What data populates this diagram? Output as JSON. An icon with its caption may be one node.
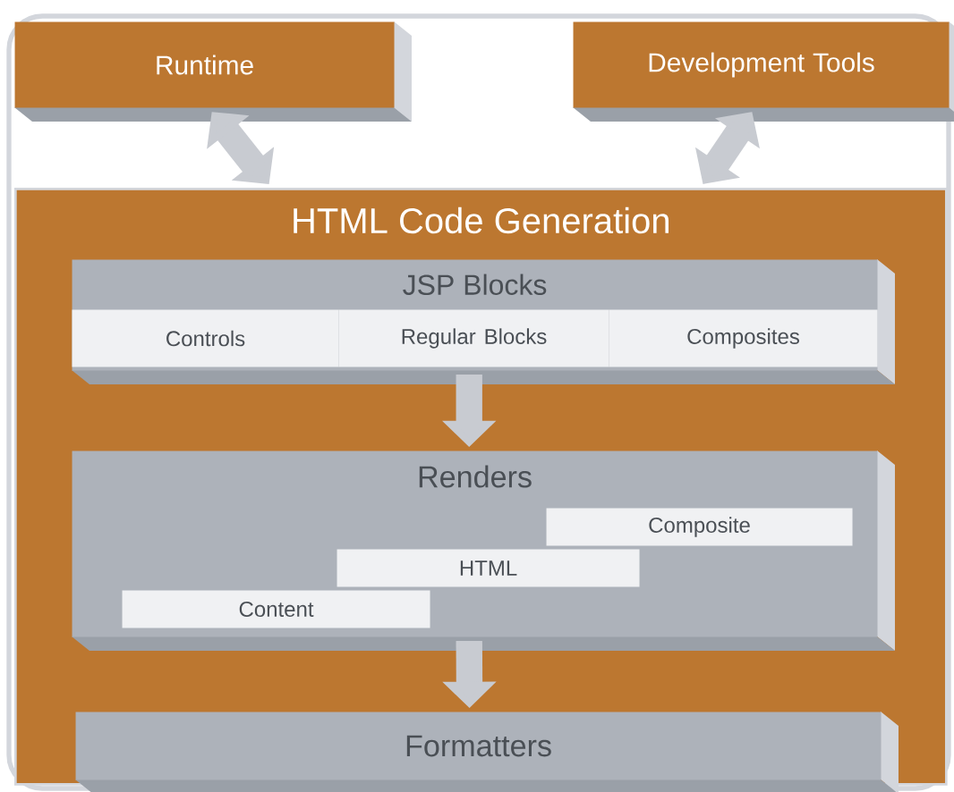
{
  "diagram": {
    "nodes": [
      {
        "text": [
          "Runtime"
        ]
      },
      {
        "text": [
          "Development Tools"
        ]
      },
      {
        "text": [
          "HTML Code Generation"
        ]
      },
      {
        "text": [
          "JSP Blocks"
        ],
        "in": 2
      },
      {
        "text": [
          "Controls"
        ],
        "in": 3
      },
      {
        "text": [
          "Regular Blocks"
        ],
        "in": 3
      },
      {
        "text": [
          "Composites"
        ],
        "in": 3
      },
      {
        "text": [
          "Renders"
        ],
        "in": 2
      },
      {
        "text": [
          "Composite"
        ],
        "in": 7
      },
      {
        "text": [
          "HTML"
        ],
        "in": 7
      },
      {
        "text": [
          "Content"
        ],
        "in": 7
      },
      {
        "text": [
          "Formatters"
        ],
        "in": 2
      }
    ],
    "edges": [
      {
        "from": 0,
        "to": 2,
        "arrow": "both"
      },
      {
        "from": 1,
        "to": 2,
        "arrow": "both"
      },
      {
        "from": 3,
        "to": 7,
        "arrow": "to"
      },
      {
        "from": 7,
        "to": 11,
        "arrow": "to"
      }
    ]
  }
}
